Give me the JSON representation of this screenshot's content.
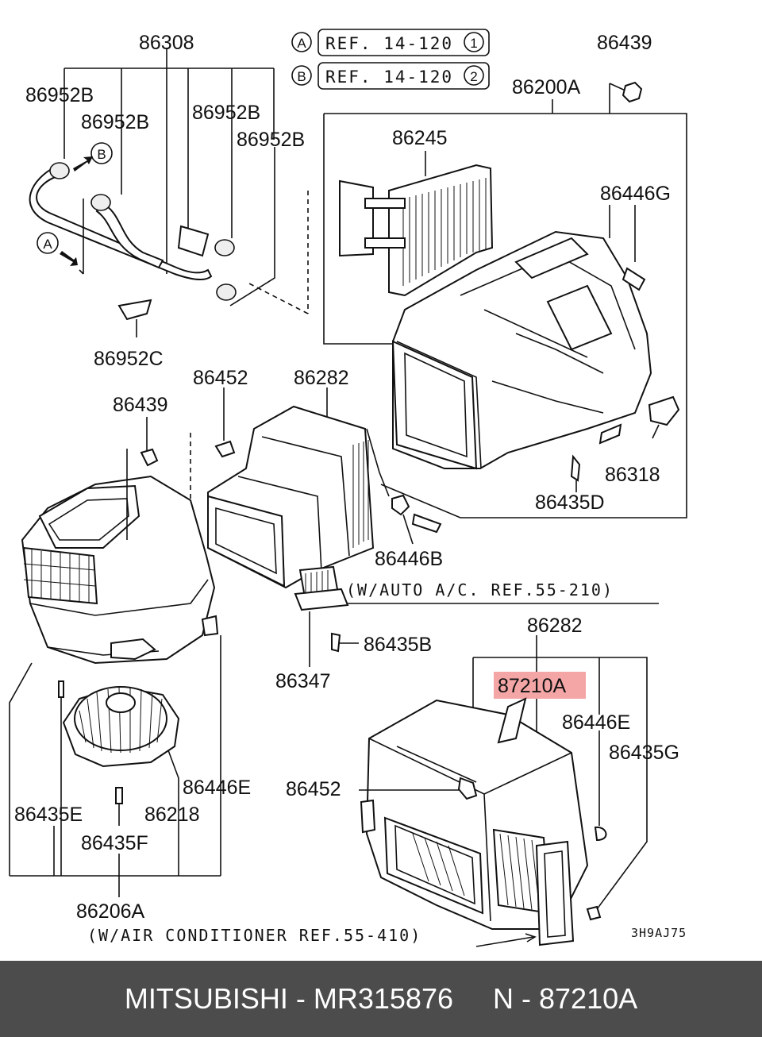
{
  "refs": {
    "a_marker": "A",
    "a_text": "REF. 14-120",
    "a_num": "1",
    "b_marker": "B",
    "b_text": "REF. 14-120",
    "b_num": "2"
  },
  "parts": {
    "p86308": "86308",
    "p86439_top": "86439",
    "p86200A": "86200A",
    "p86952B_1": "86952B",
    "p86952B_2": "86952B",
    "p86952B_3": "86952B",
    "p86952B_4": "86952B",
    "p86245": "86245",
    "p86446G": "86446G",
    "p86952C": "86952C",
    "p86452_mid": "86452",
    "p86282_mid": "86282",
    "p86439_mid": "86439",
    "p86318": "86318",
    "p86435D": "86435D",
    "p86446B": "86446B",
    "p86282_low": "86282",
    "p86435B": "86435B",
    "p86347": "86347",
    "p87210A": "87210A",
    "p86446E_right": "86446E",
    "p86435G": "86435G",
    "p86452_low": "86452",
    "p86446E_left": "86446E",
    "p86435E": "86435E",
    "p86218": "86218",
    "p86435F": "86435F",
    "p86206A": "86206A"
  },
  "markers": {
    "a": "A",
    "b": "B"
  },
  "notes": {
    "auto_ac": "(W/AUTO A/C. REF.55-210)",
    "air_conditioner": "(W/AIR CONDITIONER REF.55-410)",
    "diagram_code": "3H9AJ75"
  },
  "highlight_color": "#f4a6a6",
  "footer": {
    "brand": "MITSUBISHI",
    "sep1": " - ",
    "part_number": "MR315876",
    "gap": "     ",
    "n_label": "N",
    "sep2": " - ",
    "n_value": "87210A"
  }
}
